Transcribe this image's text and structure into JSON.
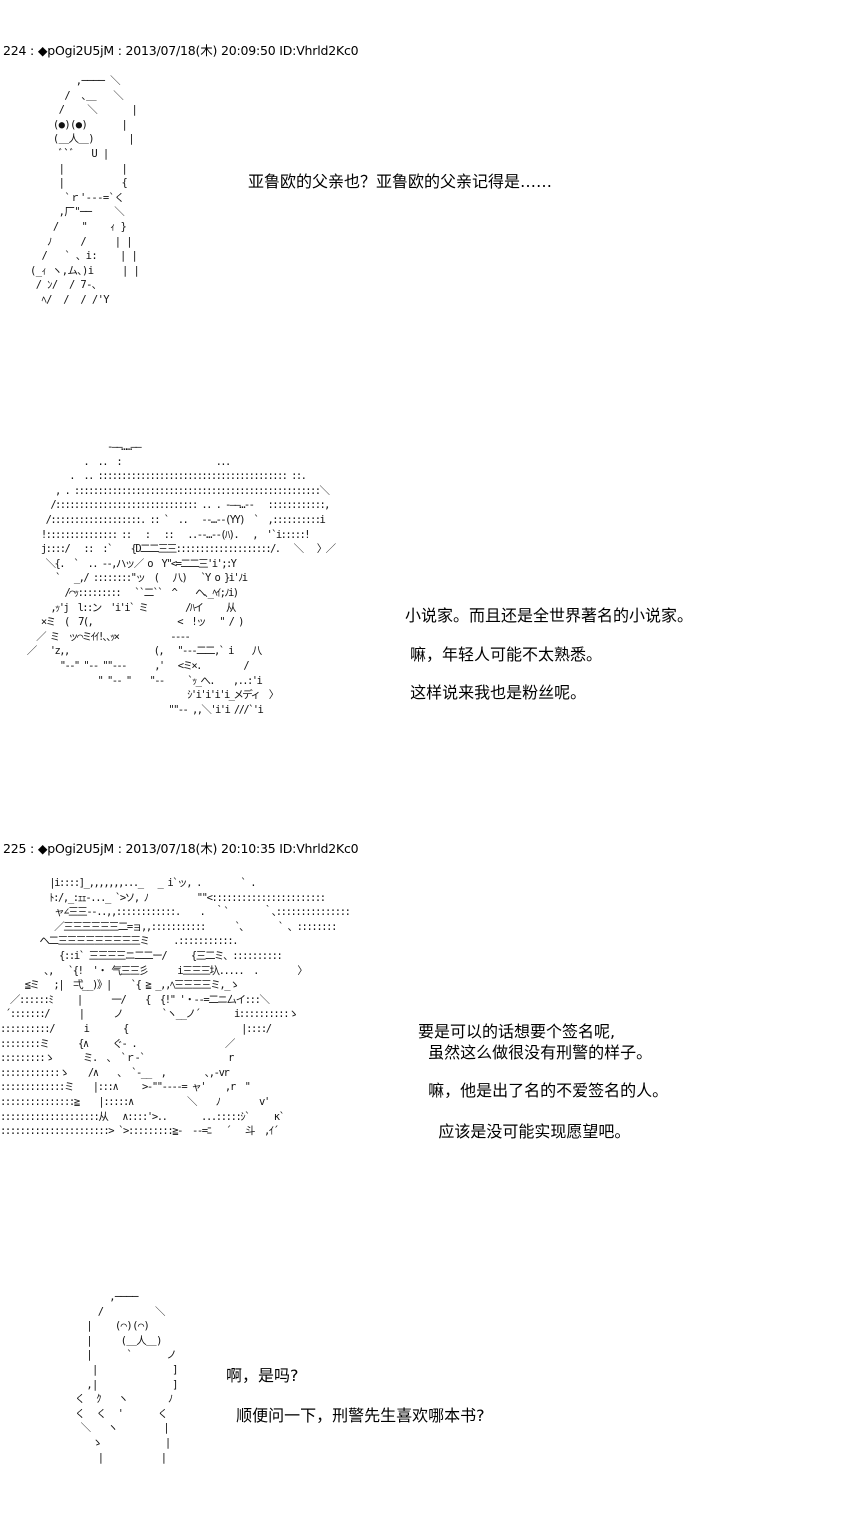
{
  "posts": [
    {
      "header": "224 : ◆pOgi2U5jM : 2013/07/18(木) 20:09:50 ID:Vhrld2Kc0",
      "panels": [
        {
          "art": "        ,──── ＼\n      /  ､＿   ＼\n     /    ＼      |\n    (●)(●)      |\n    (＿人＿)      |\n     ﾞ`ﾞ   U |\n     |          |\n     |          {\n      `ｒ'‐‐-=`く\n     ,厂\"──    ＼\n    /    \"    ｨ }\n   ﾉ     /     | |\n  /   ` 、i:    | |\n(_ｨ ヽ,ム､)i     | |\n / ﾝ/  / 7-､\n  ﾍ/  /  / /'Y",
          "lines": [
            "亚鲁欧的父亲也？亚鲁欧的父亲记得是……"
          ]
        },
        {
          "art": "                  ‐――……――\n             .  ..  :                    ...\n          .  .. :::::::::::::::::::::::::::::::::::::::: ::.\n       , . ::::::::::::::::::::::::::::::::::::::::::::::::::::＼\n      /:::::::::::::::::::::::::::::: .. . ‐――…‐‐   ::::::::::::,\n     /:::::::::::::::::::. :: `  ..   ‐‐…‐‐(YY)  `  ,::::::::::i\n    !::::::::::::::: ::   :   ::   ..‐‐…‐‐(ﾊ).   ,  '`i:::::!\n    j::::/   ::  :`    {D二二三三::::::::::::::::::::/.   ＼   〉／\n     ＼{.  `  .. -‐,ハッ／ o  Y\"<=二二三'i';:Y\n       `   _,/ ::::::::\"ッ  (   八)   `Y o }i'ﾉi\n         /⌒ｯ:::::::::   ``二``  ^    ヘ､_ﾍｲ;ﾉi)\n      ,ｯ'j  l::ン  'i'i` ミ        /ﾊイ     从\n    ×ミ  (  7(,                  <  !ッ   \" / )\n   ／ ミ  ッ⌒ミｲｲ!､､ｯ×           ‐‐‐‐\n ／   'z,,                  (,   \"‐‐‐二二,` i    八\n        \"‐‐\" \"‐- \"\"‐‐-      ,'   <ミ×.         /\n                \" \"‐- \"    \"‐-     `ｯ_へ.    ,..:'i\n                                   ｼ'i'i'i'i_メディ  〉\n                               \"\"‐‐ ,,＼'i'i ///`'i",
          "lines": [
            "小说家。而且还是全世界著名的小说家。",
            "嘛，年轻人可能不太熟悉。",
            " 这样说来我也是粉丝呢。"
          ]
        }
      ]
    },
    {
      "header": "225 : ◆pOgi2U5jM : 2013/07/18(木) 20:10:35 ID:Vhrld2Kc0",
      "panels": [
        {
          "art": "          |i::::]_,,,,,,,..._   _ i`ッ, .        ` .\n          ﾄ:/,_:ｪｪ-..._ `>ソ, ﾉ          \"\"<:::::::::::::::::::::::\n           ャ∠三三‐-..,,::::::::::::.    .  ｀`       ｀､:::::::::::::::\n           ／三三三三三三二=ョ,,:::::::::::      `､       ` 、::::::::\n        ヘ二三三三三三三三三三ミ     .:::::::::::.\n            {::i` 三三三三ニ二二ー/     {三二ミ、::::::::::\n         ､,   `{!  '・ 气三三彡      i三三三圦.....  .        〉\n     ≦ミ   ;|  弌__)》|    `{ ≧ _,,ﾍ三三三三ミ,_ゝ\n  ／::::::ﾐ     |      一/    {  {!\" '・-‐=二ニ厶イ:::＼\n ´:::::::/      |      ノ        `ヽ__ノ´       i::::::::::ゝ\n::::::::::/      i       {                       |::::/\n::::::::ミ      {∧     ぐ‐ .                  ／\n:::::::::ゝ      ミ.  ､  `ｒ‐`                 r\n::::::::::::ゝ    /∧    ､  `-__  ,        ､,-vr\n:::::::::::::ミ    |:::∧     >-\"\"-‐-‐= ャ'    ,r  \"\n:::::::::::::::≧    |:::::∧           ＼    ﾉ        v'\n::::::::::::::::::::从   ∧::::'>..       ...:::::ｼ`     κ`\n::::::::::::::::::::::> `>:::::::::≧-  ‐‐=ﾆ   ´   斗  ,ｲ´",
          "lines": [
            "要是可以的话想要个签名呢,",
            "  虽然这么做很没有刑警的样子。",
            "  嘛，他是出了名的不爱签名的人。",
            "    应该是没可能实现愿望吧。"
          ]
        },
        {
          "art": "          ,────\n        /         ＼\n      |    (⌒)(⌒)\n      |     (＿人＿)\n      |      `      ノ\n       |             ]\n      ,|             ]\n    く  ｸ   ヽ       ﾉ\n    く  く  '      く\n     ＼   ヽ        |\n       ゝ           |\n        |          |",
          "lines": [
            "啊，是吗?",
            "  顺便问一下，刑警先生喜欢哪本书?"
          ]
        }
      ]
    }
  ]
}
